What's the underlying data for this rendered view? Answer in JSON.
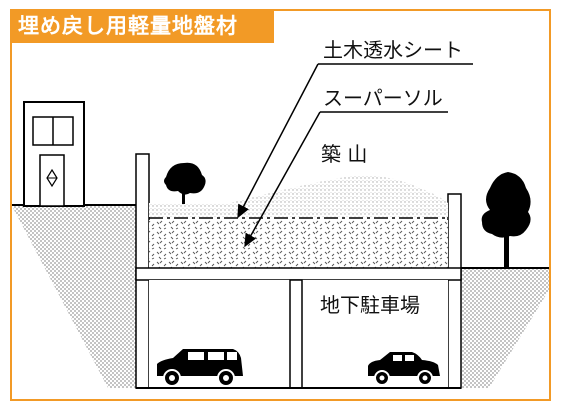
{
  "title": "埋め戻し用軽量地盤材",
  "labels": {
    "sheet": "土木透水シート",
    "soil": "スーパーソル",
    "mound": "築 山",
    "parking": "地下駐車場"
  },
  "colors": {
    "title_bg": "#f29a26",
    "title_text": "#ffffff",
    "frame": "#f29a26",
    "ground_hatch": "#bdbdbd",
    "line": "#000000"
  },
  "icons": [
    "building-icon",
    "tree-icon",
    "car-icon"
  ]
}
